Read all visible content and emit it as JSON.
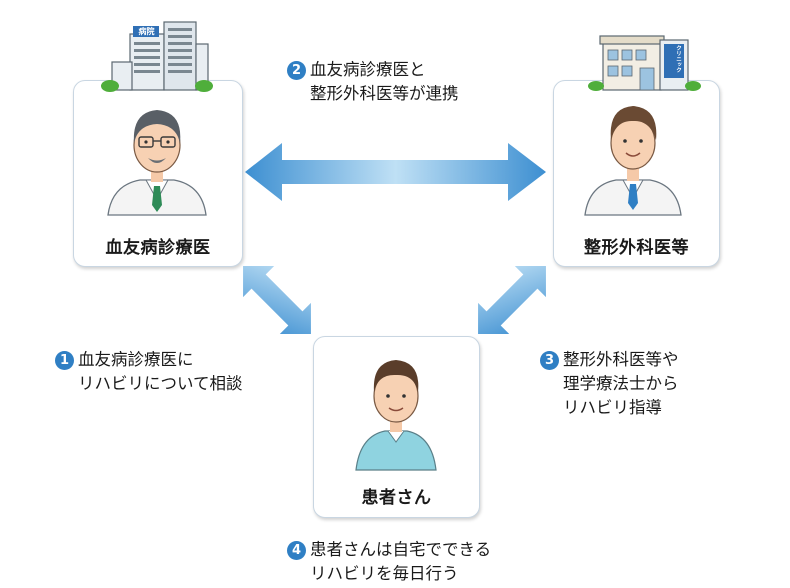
{
  "nodes": {
    "hematology": {
      "label": "血友病診療医",
      "building_sign": "病院"
    },
    "orthopedics": {
      "label": "整形外科医等",
      "building_sign": "クリニック"
    },
    "patient": {
      "label": "患者さん"
    }
  },
  "steps": [
    {
      "number": "1",
      "line1": "血友病診療医に",
      "line2": "リハビリについて相談"
    },
    {
      "number": "2",
      "line1": "血友病診療医と",
      "line2": "整形外科医等が連携"
    },
    {
      "number": "3",
      "line1": "整形外科医等や",
      "line2": "理学療法士から",
      "line3": "リハビリ指導"
    },
    {
      "number": "4",
      "line1": "患者さんは自宅でできる",
      "line2": "リハビリを毎日行う"
    }
  ],
  "colors": {
    "arrow_dark": "#3d8fd1",
    "arrow_light": "#bfe0f5",
    "badge": "#2f7fc4",
    "card_border": "#c9d6e2",
    "shirt": "#8fd3e0"
  }
}
